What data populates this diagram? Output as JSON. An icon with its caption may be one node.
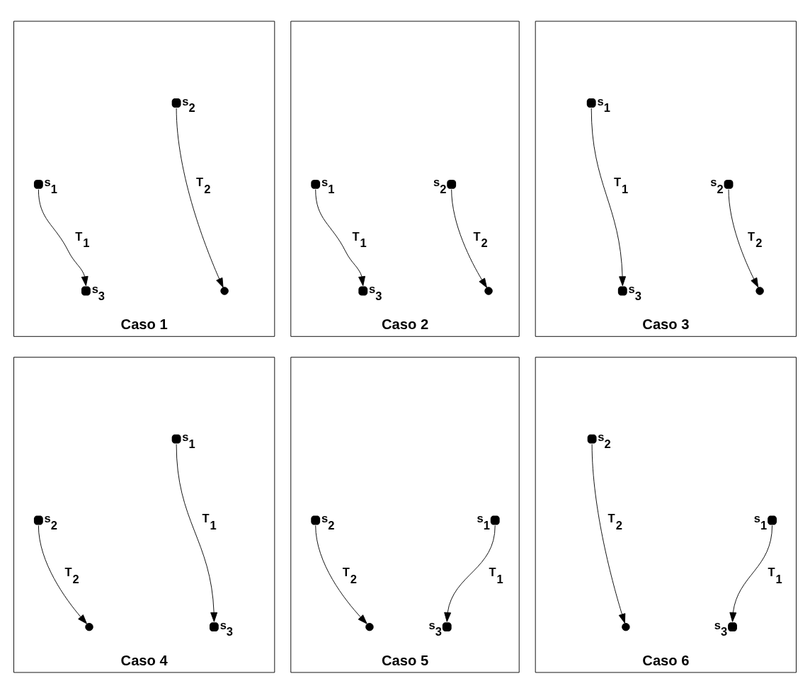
{
  "diagram": {
    "nodes": [
      {
        "text": [
          "Caso 1"
        ]
      },
      {
        "text": [],
        "shape": "circle",
        "beside": [
          "s$_{2}$"
        ],
        "in": 0
      },
      {
        "text": [],
        "shape": "circle",
        "beside": [
          "s$_{1}$"
        ],
        "in": 0
      },
      {
        "text": [],
        "shape": "circle",
        "beside": [
          "s$_{3}$"
        ],
        "in": 0
      },
      {
        "text": [],
        "shape": "circle",
        "in": 0
      },
      {
        "text": [
          "Caso 2"
        ]
      },
      {
        "text": [],
        "shape": "circle",
        "beside": [
          "s$_{1}$"
        ],
        "in": 5
      },
      {
        "text": [],
        "shape": "circle",
        "beside": [
          "s$_{2}$"
        ],
        "in": 5
      },
      {
        "text": [],
        "shape": "circle",
        "beside": [
          "s$_{3}$"
        ],
        "in": 5
      },
      {
        "text": [],
        "shape": "circle",
        "in": 5
      },
      {
        "text": [
          "Caso 3"
        ]
      },
      {
        "text": [],
        "shape": "circle",
        "beside": [
          "s$_{1}$"
        ],
        "in": 10
      },
      {
        "text": [],
        "shape": "circle",
        "beside": [
          "s$_{2}$"
        ],
        "in": 10
      },
      {
        "text": [],
        "shape": "circle",
        "beside": [
          "s$_{3}$"
        ],
        "in": 10
      },
      {
        "text": [],
        "shape": "circle",
        "in": 10
      },
      {
        "text": [
          "Caso 4"
        ]
      },
      {
        "text": [],
        "shape": "circle",
        "beside": [
          "s$_{1}$"
        ],
        "in": 15
      },
      {
        "text": [],
        "shape": "circle",
        "beside": [
          "s$_{2}$"
        ],
        "in": 15
      },
      {
        "text": [],
        "shape": "circle",
        "in": 15
      },
      {
        "text": [],
        "shape": "circle",
        "beside": [
          "s$_{3}$"
        ],
        "in": 15
      },
      {
        "text": [
          "Caso 5"
        ]
      },
      {
        "text": [],
        "shape": "circle",
        "beside": [
          "s$_{2}$"
        ],
        "in": 20
      },
      {
        "text": [],
        "shape": "circle",
        "beside": [
          "s$_{1}$"
        ],
        "in": 20
      },
      {
        "text": [],
        "shape": "circle",
        "in": 20
      },
      {
        "text": [],
        "shape": "circle",
        "beside": [
          "s$_{3}$"
        ],
        "in": 20
      },
      {
        "text": [
          "Caso 6"
        ]
      },
      {
        "text": [],
        "shape": "circle",
        "beside": [
          "s$_{2}$"
        ],
        "in": 25
      },
      {
        "text": [],
        "shape": "circle",
        "beside": [
          "s$_{1}$"
        ],
        "in": 25
      },
      {
        "text": [],
        "shape": "circle",
        "in": 25
      },
      {
        "text": [],
        "shape": "circle",
        "beside": [
          "s$_{3}$"
        ],
        "in": 25
      }
    ],
    "edges": [
      {
        "from": 2,
        "to": 3,
        "arrow": "to",
        "label": "T$_{1}$"
      },
      {
        "from": 1,
        "to": 4,
        "arrow": "to",
        "label": "T$_{2}$"
      },
      {
        "from": 6,
        "to": 8,
        "arrow": "to",
        "label": "T$_{1}$"
      },
      {
        "from": 7,
        "to": 9,
        "arrow": "to",
        "label": "T$_{2}$"
      },
      {
        "from": 11,
        "to": 13,
        "arrow": "to",
        "label": "T$_{1}$"
      },
      {
        "from": 12,
        "to": 14,
        "arrow": "to",
        "label": "T$_{2}$"
      },
      {
        "from": 16,
        "to": 19,
        "arrow": "to",
        "label": "T$_{1}$"
      },
      {
        "from": 17,
        "to": 18,
        "arrow": "to",
        "label": "T$_{2}$"
      },
      {
        "from": 22,
        "to": 24,
        "arrow": "to",
        "label": "T$_{1}$"
      },
      {
        "from": 21,
        "to": 23,
        "arrow": "to",
        "label": "T$_{2}$"
      },
      {
        "from": 27,
        "to": 29,
        "arrow": "to",
        "label": "T$_{1}$"
      },
      {
        "from": 26,
        "to": 28,
        "arrow": "to",
        "label": "T$_{2}$"
      }
    ]
  }
}
